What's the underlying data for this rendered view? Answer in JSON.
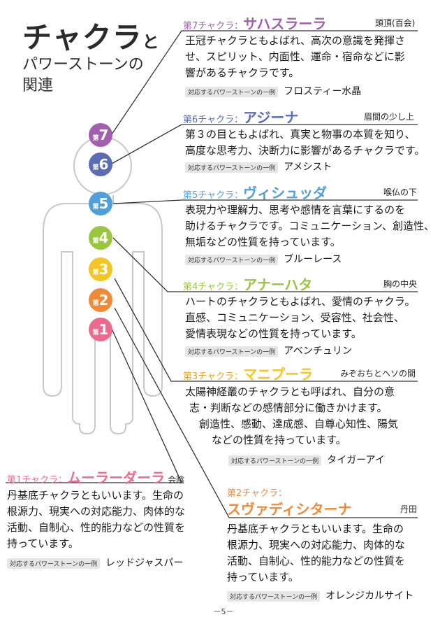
{
  "title": {
    "main": "チャクラ",
    "to": "と",
    "line2": "パワーストーンの",
    "line3": "関連"
  },
  "example_label": "対応するパワーストーンの一例",
  "chakras": [
    {
      "id": 7,
      "prefix": "第7チャクラ：",
      "name": "サハスラーラ",
      "location": "頭頂(百会)",
      "lines": [
        "王冠チャクラともよばれ、高次の意識を発揮さ",
        "せ、スピリット、内面性、運命・宿命などに影",
        "響があるチャクラです。"
      ],
      "stone": "フロスティー水晶",
      "color": "#a15fad"
    },
    {
      "id": 6,
      "prefix": "第6チャクラ：",
      "name": "アジーナ",
      "location": "眉間の少し上",
      "lines": [
        "第３の目ともよばれ、真実と物事の本質を知り、",
        "高度な思考力、決断力に影響があるチャクラです。"
      ],
      "stone": "アメシスト",
      "color": "#5a6cb3"
    },
    {
      "id": 5,
      "prefix": "第5チャクラ：",
      "name": "ヴィシュッダ",
      "location": "喉仏の下",
      "lines": [
        "表現力や理解力、思考や感情を言葉にするのを",
        "助けるチャクラです。コミュニケーション、創造性、",
        "無垢などの性質を持っています。"
      ],
      "stone": "ブルーレース",
      "color": "#4f9fda"
    },
    {
      "id": 4,
      "prefix": "第4チャクラ：",
      "name": "アナーハタ",
      "location": "胸の中央",
      "lines": [
        "ハートのチャクラともよばれ、愛情のチャクラ。",
        "直感、コミュニケーション、受容性、社会性、",
        "愛情表現などの性質を持っています。"
      ],
      "stone": "アベンチュリン",
      "color": "#98c63e"
    },
    {
      "id": 3,
      "prefix": "第3チャクラ：",
      "name": "マニプーラ",
      "location": "みぞおちとヘソの間",
      "lines": [
        "太陽神経叢のチャクラとも呼ばれ、自分の意",
        "志・判断などの感情部分に働きかけます。",
        "創造性、感動、達成感、自尊心知性、陽気",
        "などの性質を持っています。"
      ],
      "stone": "タイガーアイ",
      "color": "#f3c623"
    },
    {
      "id": 2,
      "prefix": "第2チャクラ：",
      "name": "スヴァディシターナ",
      "location": "丹田",
      "lines": [
        "丹基底チャクラともいいます。生命の",
        "根源力、現実への対応能力、肉体的な",
        "活動、自制心、性的能力などの性質を",
        "持っています。"
      ],
      "stone": "オレンジカルサイト",
      "color": "#f08a3a"
    },
    {
      "id": 1,
      "prefix": "第1チャクラ：",
      "name": "ムーラーダーラ",
      "location": "会陰",
      "lines": [
        "丹基底チャクラともいいます。生命の",
        "根源力、現実への対応能力、肉体的な",
        "活動、自制心、性的能力などの性質を",
        "持っています。"
      ],
      "stone": "レッドジャスパー",
      "color": "#ec6a8e"
    }
  ],
  "badge_prefix": "第",
  "page_number": "－5－"
}
